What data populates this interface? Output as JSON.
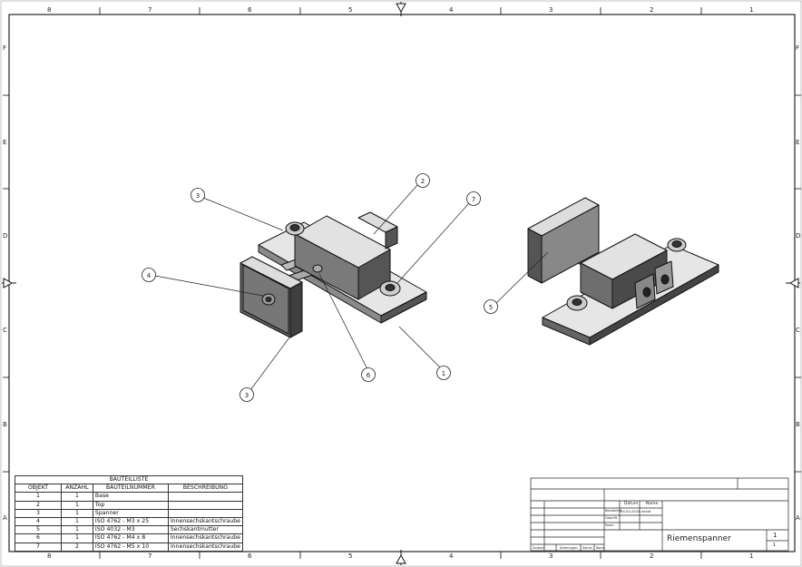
{
  "frame": {
    "columns_top": [
      "8",
      "7",
      "6",
      "5",
      "4",
      "3",
      "2",
      "1"
    ],
    "columns_bottom": [
      "8",
      "7",
      "6",
      "5",
      "4",
      "3",
      "2",
      "1"
    ],
    "rows_left": [
      "F",
      "E",
      "D",
      "C",
      "B",
      "A"
    ],
    "rows_right": [
      "F",
      "E",
      "D",
      "C",
      "B",
      "A"
    ]
  },
  "balloons": {
    "b1": "1",
    "b2": "2",
    "b3a": "3",
    "b3b": "3",
    "b4": "4",
    "b5": "5",
    "b6": "6",
    "b7": "7"
  },
  "bom": {
    "title": "BAUTEILLISTE",
    "headers": [
      "OBJEKT",
      "ANZAHL",
      "BAUTEILNUMMER",
      "BESCHREIBUNG"
    ],
    "rows": [
      [
        "1",
        "1",
        "Base",
        ""
      ],
      [
        "2",
        "1",
        "Top",
        ""
      ],
      [
        "3",
        "1",
        "Spanner",
        ""
      ],
      [
        "4",
        "1",
        "ISO 4762  - M3 x 25",
        "Innensechskantschraube"
      ],
      [
        "5",
        "1",
        "ISO 4032 - M3",
        "Sechskantmutter"
      ],
      [
        "6",
        "1",
        "ISO 4762  - M4 x 8",
        "Innensechskantschraube"
      ],
      [
        "7",
        "2",
        "ISO 4762  - M5 x 10",
        "Innensechskantschraube"
      ]
    ]
  },
  "title_block": {
    "drawing_title": "Riemenspanner",
    "datum_label": "Datum",
    "name_label": "Name",
    "date_value": "04.04.2016",
    "name_value": "david",
    "bearb_label": "Bearbeitet",
    "gepr_label": "Geprüft",
    "norm_label": "Norm",
    "sheet_number": "1",
    "sheet_total": "1",
    "bottom_labels": [
      "Zustand",
      "Änderungen",
      "Datum",
      "Name"
    ]
  }
}
